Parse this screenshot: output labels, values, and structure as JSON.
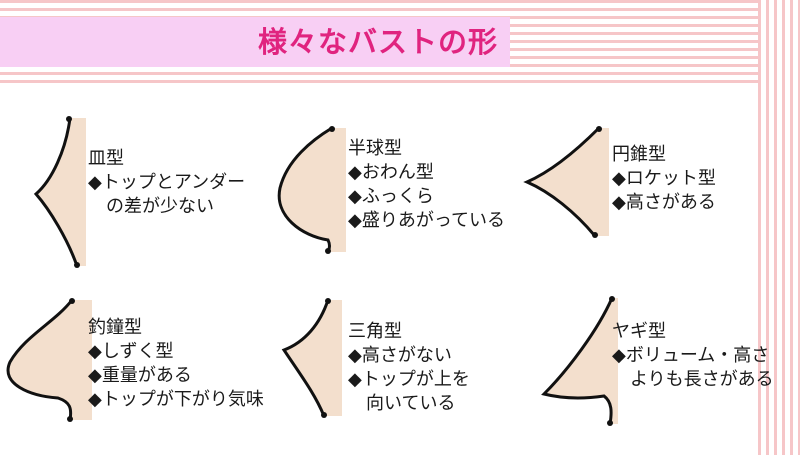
{
  "title": "様々なバストの形",
  "colors": {
    "title": "#e0247f",
    "band": "#f8cff4",
    "stripe": "#f6c6c8",
    "skin": "#f3dfcd",
    "outline": "#111111"
  },
  "shapes": [
    {
      "name": "皿型",
      "lines": [
        {
          "text": "◆トップとアンダー"
        },
        {
          "text": "の差が少ない",
          "cont": true
        }
      ]
    },
    {
      "name": "半球型",
      "lines": [
        {
          "text": "◆おわん型"
        },
        {
          "text": "◆ふっくら"
        },
        {
          "text": "◆盛りあがっている"
        }
      ]
    },
    {
      "name": "円錐型",
      "lines": [
        {
          "text": "◆ロケット型"
        },
        {
          "text": "◆高さがある"
        }
      ]
    },
    {
      "name": "釣鐘型",
      "lines": [
        {
          "text": "◆しずく型"
        },
        {
          "text": "◆重量がある"
        },
        {
          "text": "◆トップが下がり気味"
        }
      ]
    },
    {
      "name": "三角型",
      "lines": [
        {
          "text": "◆高さがない"
        },
        {
          "text": "◆トップが上を"
        },
        {
          "text": "向いている",
          "cont": true
        }
      ]
    },
    {
      "name": "ヤギ型",
      "lines": [
        {
          "text": "◆ボリューム・高さ"
        },
        {
          "text": "よりも長さがある",
          "cont": true
        }
      ]
    }
  ]
}
